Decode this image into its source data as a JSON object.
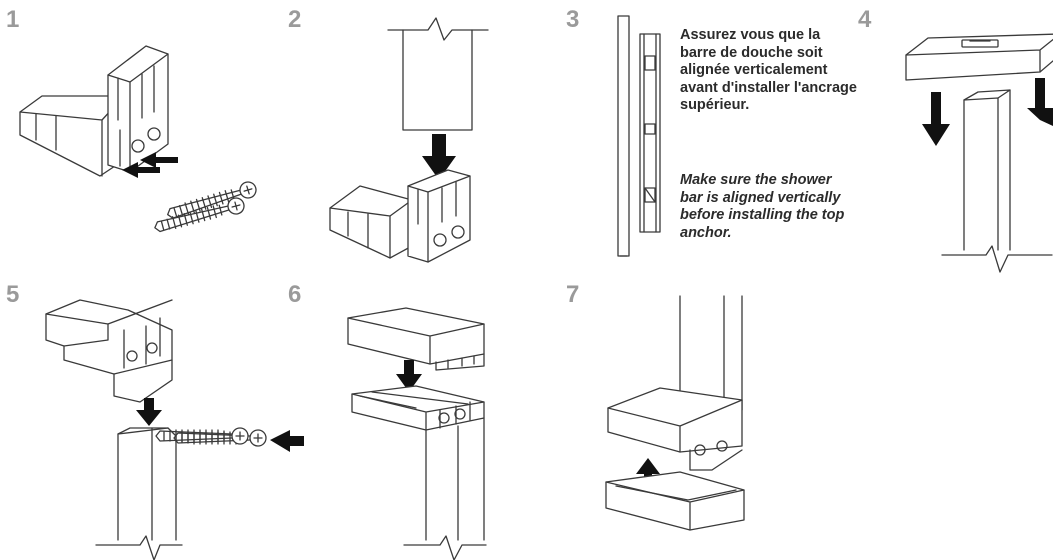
{
  "steps": [
    {
      "number": "1"
    },
    {
      "number": "2"
    },
    {
      "number": "3"
    },
    {
      "number": "4"
    },
    {
      "number": "5"
    },
    {
      "number": "6"
    },
    {
      "number": "7"
    }
  ],
  "note": {
    "fr": "Assurez vous que la barre de douche soit alignée verticalement avant d'installer l'ancrage supérieur.",
    "en": "Make sure the shower bar is aligned vertically before installing the top anchor."
  },
  "colors": {
    "step_number": "#9a9a9a",
    "outline": "#3a3a3a",
    "arrow": "#111111",
    "note_text": "#2b2b2b"
  }
}
